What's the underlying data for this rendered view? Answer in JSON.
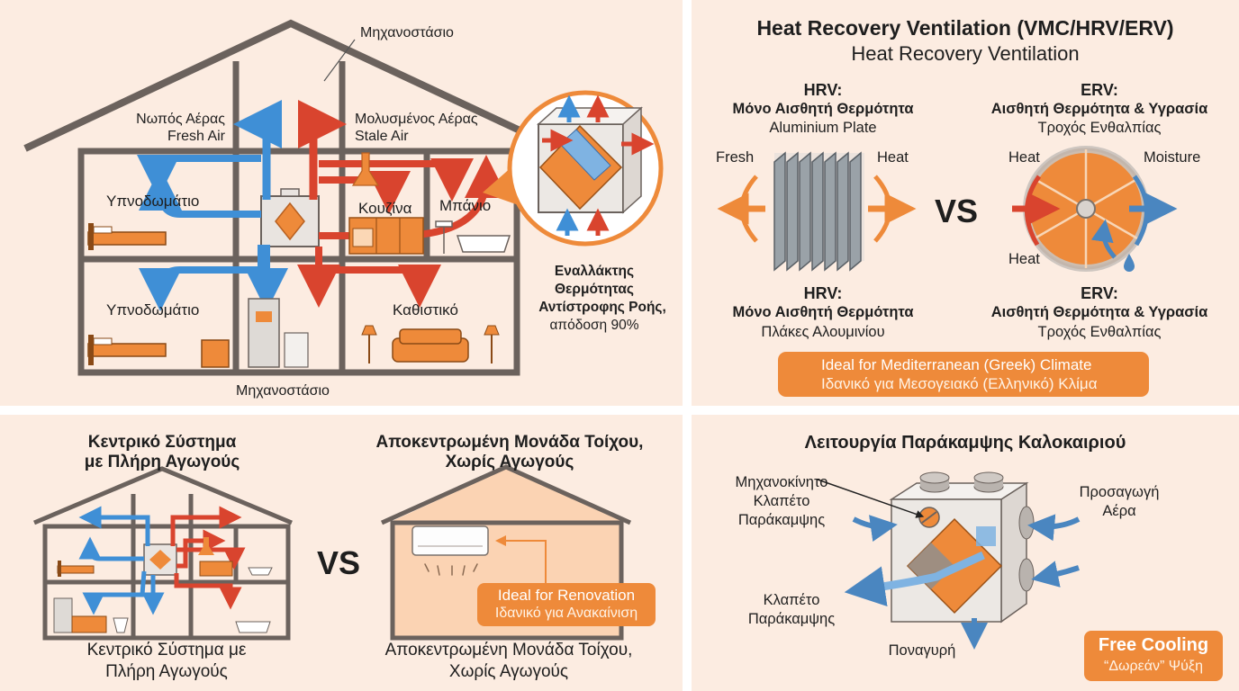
{
  "house": {
    "attic_top": "Μηχανοστάσιο",
    "fresh_gr": "Νωπός Αέρας",
    "fresh_en": "Fresh Air",
    "stale_gr": "Μολυσμένος Αέρας",
    "stale_en": "Stale Air",
    "bedroom_top": "Υπνοδωμάτιο",
    "kitchen": "Κουζίνα",
    "bathroom": "Μπάνιο",
    "bedroom_bottom": "Υπνοδωμάτιο",
    "living": "Καθιστικό",
    "basement": "Μηχανοστάσιο",
    "exchanger_line1": "Εναλλάκτης",
    "exchanger_line2": "Θερμότητας",
    "exchanger_line3": "Αντίστροφης Ροής,",
    "exchanger_line4": "απόδοση 90%"
  },
  "hrv_panel": {
    "title": "Heat Recovery Ventilation (VMC/HRV/ERV)",
    "subtitle": "Heat Recovery Ventilation",
    "hrv_head": "HRV:",
    "hrv_desc": "Μόνο Αισθητή Θερμότητα",
    "hrv_sub": "Aluminium Plate",
    "erv_head": "ERV:",
    "erv_desc": "Αισθητή Θερμότητα & Υγρασία",
    "erv_sub": "Τροχός Ενθαλπίας",
    "fresh": "Fresh",
    "heat_right": "Heat",
    "heat_wheel_top": "Heat",
    "moisture": "Moisture",
    "heat_wheel_bottom": "Heat",
    "vs": "VS",
    "hrv_head2": "HRV:",
    "hrv_desc2": "Μόνο Αισθητή Θερμότητα",
    "hrv_sub2": "Πλάκες Αλουμινίου",
    "erv_head2": "ERV:",
    "erv_desc2": "Αισθητή Θερμότητα & Υγρασία",
    "erv_sub2": "Τροχός Ενθαλπίας",
    "climate_en": "Ideal for Mediterranean (Greek) Climate",
    "climate_gr": "Ιδανικό για Μεσογειακό (Ελληνικό) Κλίμα"
  },
  "compare": {
    "central_top_1": "Κεντρικό Σύστημα",
    "central_top_2": "με Πλήρη Αγωγούς",
    "decentral_top_1": "Αποκεντρωμένη Μονάδα Τοίχου,",
    "decentral_top_2": "Χωρίς Αγωγούς",
    "vs": "VS",
    "central_bottom_1": "Κεντρικό Σύστημα με",
    "central_bottom_2": "Πλήρη Αγωγούς",
    "decentral_bottom_1": "Αποκεντρωμένη Μονάδα Τοίχου,",
    "decentral_bottom_2": "Χωρίς Αγωγούς",
    "renovation_en": "Ideal for Renovation",
    "renovation_gr": "Ιδανικό για Ανακαίνιση"
  },
  "bypass": {
    "title": "Λειτουργία Παράκαμψης Καλοκαιριού",
    "motor_1": "Μηχανοκίνητο",
    "motor_2": "Κλαπέτο",
    "motor_3": "Παράκαμψης",
    "supply_1": "Προσαγωγή",
    "supply_2": "Αέρα",
    "damper_1": "Κλαπέτο",
    "damper_2": "Παράκαμψης",
    "exhaust": "Ποναγυρή",
    "cooling_en": "Free Cooling",
    "cooling_gr": "“Δωρεάν” Ψύξη"
  },
  "colors": {
    "warm": "#d9442e",
    "cool": "#3f8fd6",
    "accent": "#ee8a3a",
    "outline": "#6b625d",
    "panel_bg": "#fcece1"
  }
}
